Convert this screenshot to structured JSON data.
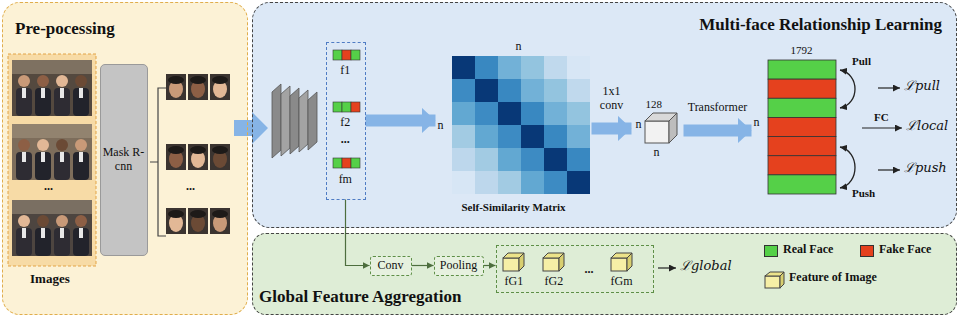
{
  "diagram": {
    "nodes": [
      {
        "text": [
          "Pre-pocessing"
        ]
      },
      {
        "text": [
          "Mask R-cnn"
        ],
        "in": 0
      },
      {
        "text": [
          "Multi-face Relationship Learning"
        ]
      },
      {
        "text": [
          "f1",
          "f2",
          "...",
          "fm"
        ],
        "in": 2
      },
      {
        "text": [
          "n",
          "n",
          "Self-Similarity Matrix"
        ],
        "in": 2
      },
      {
        "text": [
          "128",
          "n",
          "n"
        ],
        "in": 2
      },
      {
        "text": [
          "1792",
          "n"
        ],
        "in": 2
      },
      {
        "text": [
          "Global Feature Aggregation"
        ]
      },
      {
        "text": [
          "Conv"
        ],
        "in": 7
      },
      {
        "text": [
          "Pooling"
        ],
        "in": 7
      },
      {
        "text": [
          "fG1",
          "fG2",
          "...",
          "fGm"
        ],
        "in": 7
      }
    ],
    "edges": [
      {
        "from": 3,
        "to": 4,
        "arrow": "to"
      },
      {
        "from": 4,
        "to": 5,
        "label": "1x1 conv",
        "arrow": "to"
      },
      {
        "from": 5,
        "to": 6,
        "label": "Transformer",
        "arrow": "to"
      },
      {
        "from": 3,
        "to": 8,
        "arrow": "to"
      },
      {
        "from": 8,
        "to": 9,
        "arrow": "to"
      },
      {
        "from": 9,
        "to": 10,
        "arrow": "to"
      }
    ],
    "labels": [
      "...",
      "Images",
      "...",
      "Pull",
      "ℒpull",
      "FC",
      "ℒlocal",
      "Push",
      "ℒpush",
      "ℒglobal"
    ],
    "legend": [
      {
        "text": "Real Face",
        "color": "#55d048"
      },
      {
        "text": "Fake Face",
        "color": "#e5411e"
      },
      {
        "text": "Feature of Image"
      }
    ]
  }
}
